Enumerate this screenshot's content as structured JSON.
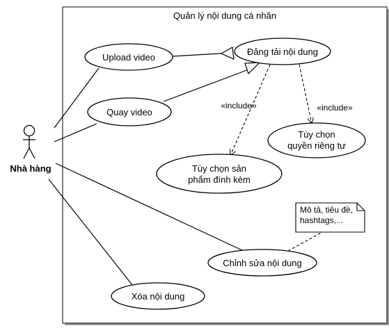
{
  "system": {
    "title": "Quản lý nội dung cá nhân"
  },
  "actor": {
    "name": "Nhà hàng"
  },
  "use_cases": {
    "upload": "Upload video",
    "post": "Đăng tải nội dung",
    "record": "Quay video",
    "privacy": [
      "Tùy chọn",
      "quyền riêng tư"
    ],
    "product": [
      "Tùy chọn sản",
      "phẩm đính kèm"
    ],
    "edit": "Chỉnh sửa nội dung",
    "delete": "Xóa nội dung"
  },
  "relations": {
    "include_product": "«include»",
    "include_privacy": "«include»"
  },
  "note": {
    "lines": [
      "Mô tả, tiêu đề,",
      "hashtags,..."
    ]
  }
}
